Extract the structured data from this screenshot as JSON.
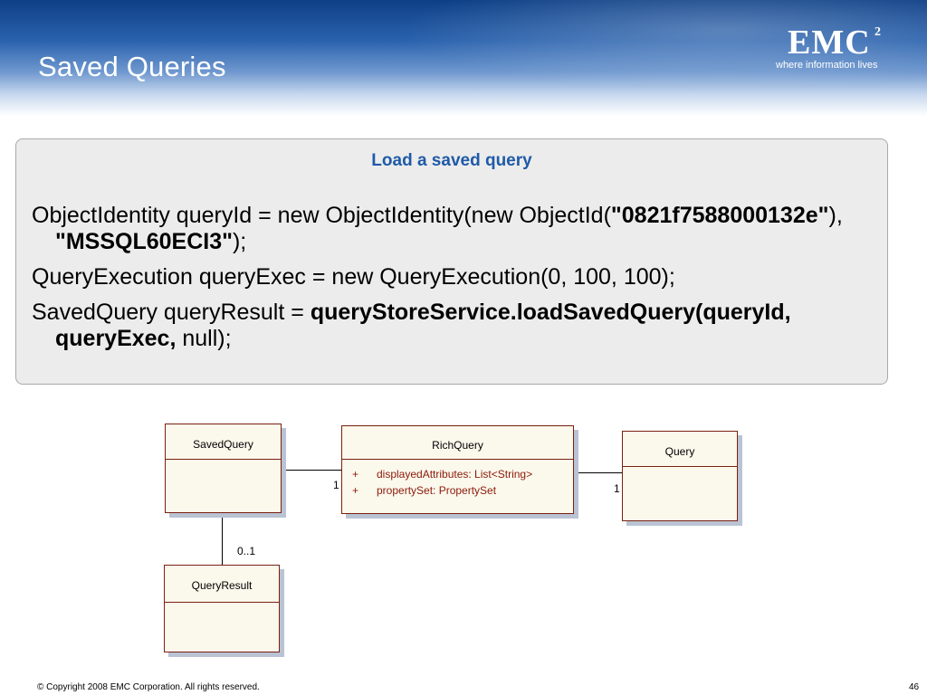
{
  "header": {
    "title": "Saved Queries",
    "logo": {
      "word": "EMC",
      "superscript": "2",
      "tagline": "where information lives"
    }
  },
  "panel": {
    "heading": "Load a saved query",
    "code": {
      "line1_a": "ObjectIdentity queryId = new ObjectIdentity(new ObjectId(",
      "line1_b": "\"0821f7588000132e\"",
      "line1_c": "), ",
      "line1_d": "\"MSSQL60ECI3\"",
      "line1_e": ");",
      "line2": "QueryExecution queryExec = new QueryExecution(0, 100, 100);",
      "line3_a": "SavedQuery queryResult = ",
      "line3_b": "queryStoreService.loadSavedQuery(queryId, queryExec,",
      "line3_c": " null);"
    }
  },
  "diagram": {
    "classes": {
      "saved_query": "SavedQuery",
      "rich_query": "RichQuery",
      "query": "Query",
      "query_result": "QueryResult"
    },
    "rich_query_attributes": [
      {
        "visibility": "+",
        "text": "displayedAttributes:  List<String>"
      },
      {
        "visibility": "+",
        "text": "propertySet:  PropertySet"
      }
    ],
    "multiplicities": {
      "rich_query_left": "1",
      "query_left": "1",
      "query_result_top": "0..1"
    }
  },
  "footer": {
    "copyright": "© Copyright 2008 EMC Corporation. All rights reserved.",
    "page_number": "46"
  }
}
